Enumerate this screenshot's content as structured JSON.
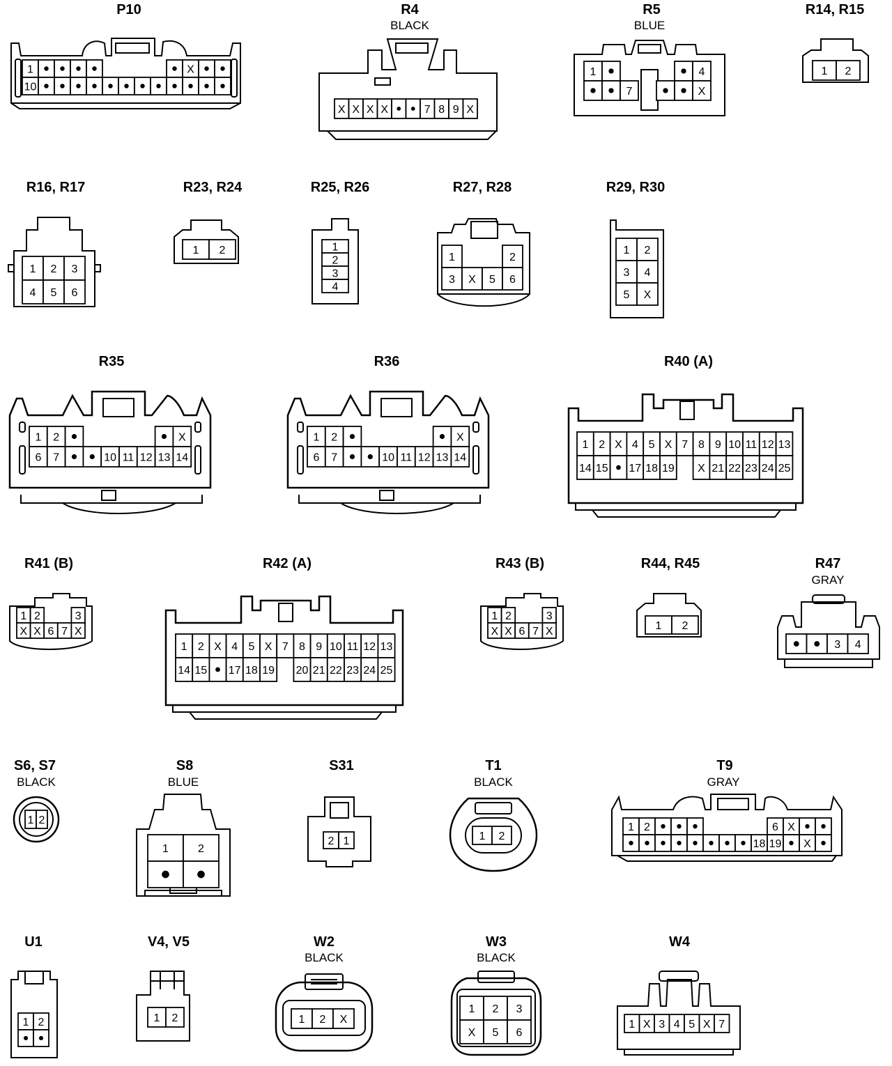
{
  "connectors": [
    {
      "id": "P10",
      "title": "P10",
      "subtitle": "",
      "rows": [
        [
          "1",
          "•",
          "•",
          "•",
          "•",
          "",
          "",
          "",
          "",
          "•",
          "X",
          "•",
          "•"
        ],
        [
          "10",
          "•",
          "•",
          "•",
          "•",
          "•",
          "•",
          "•",
          "•",
          "•",
          "•",
          "•",
          "•"
        ]
      ]
    },
    {
      "id": "R4",
      "title": "R4",
      "subtitle": "BLACK",
      "rows": [
        [
          "X",
          "X",
          "X",
          "X",
          "•",
          "•",
          "7",
          "8",
          "9",
          "X"
        ]
      ]
    },
    {
      "id": "R5",
      "title": "R5",
      "subtitle": "BLUE",
      "rows": [
        [
          "1",
          "•",
          "",
          "",
          "",
          "•",
          "4"
        ],
        [
          "•",
          "•",
          "7",
          "",
          "•",
          "•",
          "X"
        ]
      ]
    },
    {
      "id": "R14",
      "title": "R14, R15",
      "subtitle": "",
      "rows": [
        [
          "1",
          "2"
        ]
      ]
    },
    {
      "id": "R16",
      "title": "R16, R17",
      "subtitle": "",
      "rows": [
        [
          "1",
          "2",
          "3"
        ],
        [
          "4",
          "5",
          "6"
        ]
      ]
    },
    {
      "id": "R23",
      "title": "R23, R24",
      "subtitle": "",
      "rows": [
        [
          "1",
          "2"
        ]
      ]
    },
    {
      "id": "R25",
      "title": "R25, R26",
      "subtitle": "",
      "rows": [
        [
          "1"
        ],
        [
          "2"
        ],
        [
          "3"
        ],
        [
          "4"
        ]
      ]
    },
    {
      "id": "R27",
      "title": "R27, R28",
      "subtitle": "",
      "rows": [
        [
          "1",
          "",
          "",
          "2"
        ],
        [
          "3",
          "X",
          "5",
          "6"
        ]
      ]
    },
    {
      "id": "R29",
      "title": "R29, R30",
      "subtitle": "",
      "rows": [
        [
          "1",
          "2"
        ],
        [
          "3",
          "4"
        ],
        [
          "5",
          "X"
        ]
      ]
    },
    {
      "id": "R35",
      "title": "R35",
      "subtitle": "",
      "rows": [
        [
          "1",
          "2",
          "•",
          "",
          "",
          "",
          "",
          "•",
          "X"
        ],
        [
          "6",
          "7",
          "•",
          "•",
          "10",
          "11",
          "12",
          "13",
          "14"
        ]
      ]
    },
    {
      "id": "R36",
      "title": "R36",
      "subtitle": "",
      "rows": [
        [
          "1",
          "2",
          "•",
          "",
          "",
          "",
          "",
          "•",
          "X"
        ],
        [
          "6",
          "7",
          "•",
          "•",
          "10",
          "11",
          "12",
          "13",
          "14"
        ]
      ]
    },
    {
      "id": "R40",
      "title": "R40 (A)",
      "subtitle": "",
      "rows": [
        [
          "1",
          "2",
          "X",
          "4",
          "5",
          "X",
          "7",
          "8",
          "9",
          "10",
          "11",
          "12",
          "13"
        ],
        [
          "14",
          "15",
          "•",
          "17",
          "18",
          "19",
          "",
          "X",
          "21",
          "22",
          "23",
          "24",
          "25"
        ]
      ]
    },
    {
      "id": "R41",
      "title": "R41 (B)",
      "subtitle": "",
      "rows": [
        [
          "1",
          "2",
          "",
          "",
          "3"
        ],
        [
          "X",
          "X",
          "6",
          "7",
          "X"
        ]
      ]
    },
    {
      "id": "R42",
      "title": "R42 (A)",
      "subtitle": "",
      "rows": [
        [
          "1",
          "2",
          "X",
          "4",
          "5",
          "X",
          "7",
          "8",
          "9",
          "10",
          "11",
          "12",
          "13"
        ],
        [
          "14",
          "15",
          "•",
          "17",
          "18",
          "19",
          "",
          "20",
          "21",
          "22",
          "23",
          "24",
          "25"
        ]
      ]
    },
    {
      "id": "R43",
      "title": "R43 (B)",
      "subtitle": "",
      "rows": [
        [
          "1",
          "2",
          "",
          "",
          "3"
        ],
        [
          "X",
          "X",
          "6",
          "7",
          "X"
        ]
      ]
    },
    {
      "id": "R44",
      "title": "R44, R45",
      "subtitle": "",
      "rows": [
        [
          "1",
          "2"
        ]
      ]
    },
    {
      "id": "R47",
      "title": "R47",
      "subtitle": "GRAY",
      "rows": [
        [
          "•",
          "•",
          "3",
          "4"
        ]
      ]
    },
    {
      "id": "S6",
      "title": "S6, S7",
      "subtitle": "BLACK",
      "rows": [
        [
          "1",
          "2"
        ]
      ]
    },
    {
      "id": "S8",
      "title": "S8",
      "subtitle": "BLUE",
      "rows": [
        [
          "1",
          "2"
        ],
        [
          "•",
          "•"
        ]
      ]
    },
    {
      "id": "S31",
      "title": "S31",
      "subtitle": "",
      "rows": [
        [
          "2",
          "1"
        ]
      ]
    },
    {
      "id": "T1",
      "title": "T1",
      "subtitle": "BLACK",
      "rows": [
        [
          "1",
          "2"
        ]
      ]
    },
    {
      "id": "T9",
      "title": "T9",
      "subtitle": "GRAY",
      "rows": [
        [
          "1",
          "2",
          "•",
          "•",
          "•",
          "",
          "",
          "",
          "",
          "6",
          "X",
          "•",
          "•"
        ],
        [
          "•",
          "•",
          "•",
          "•",
          "•",
          "•",
          "•",
          "•",
          "18",
          "19",
          "•",
          "X",
          "•"
        ]
      ]
    },
    {
      "id": "U1",
      "title": "U1",
      "subtitle": "",
      "rows": [
        [
          "1",
          "2"
        ],
        [
          "•",
          "•"
        ]
      ]
    },
    {
      "id": "V4",
      "title": "V4, V5",
      "subtitle": "",
      "rows": [
        [
          "1",
          "2"
        ]
      ]
    },
    {
      "id": "W2",
      "title": "W2",
      "subtitle": "BLACK",
      "rows": [
        [
          "1",
          "2",
          "X"
        ]
      ]
    },
    {
      "id": "W3",
      "title": "W3",
      "subtitle": "BLACK",
      "rows": [
        [
          "1",
          "2",
          "3"
        ],
        [
          "X",
          "5",
          "6"
        ]
      ]
    },
    {
      "id": "W4",
      "title": "W4",
      "subtitle": "",
      "rows": [
        [
          "1",
          "X",
          "3",
          "4",
          "5",
          "X",
          "7"
        ]
      ]
    }
  ]
}
